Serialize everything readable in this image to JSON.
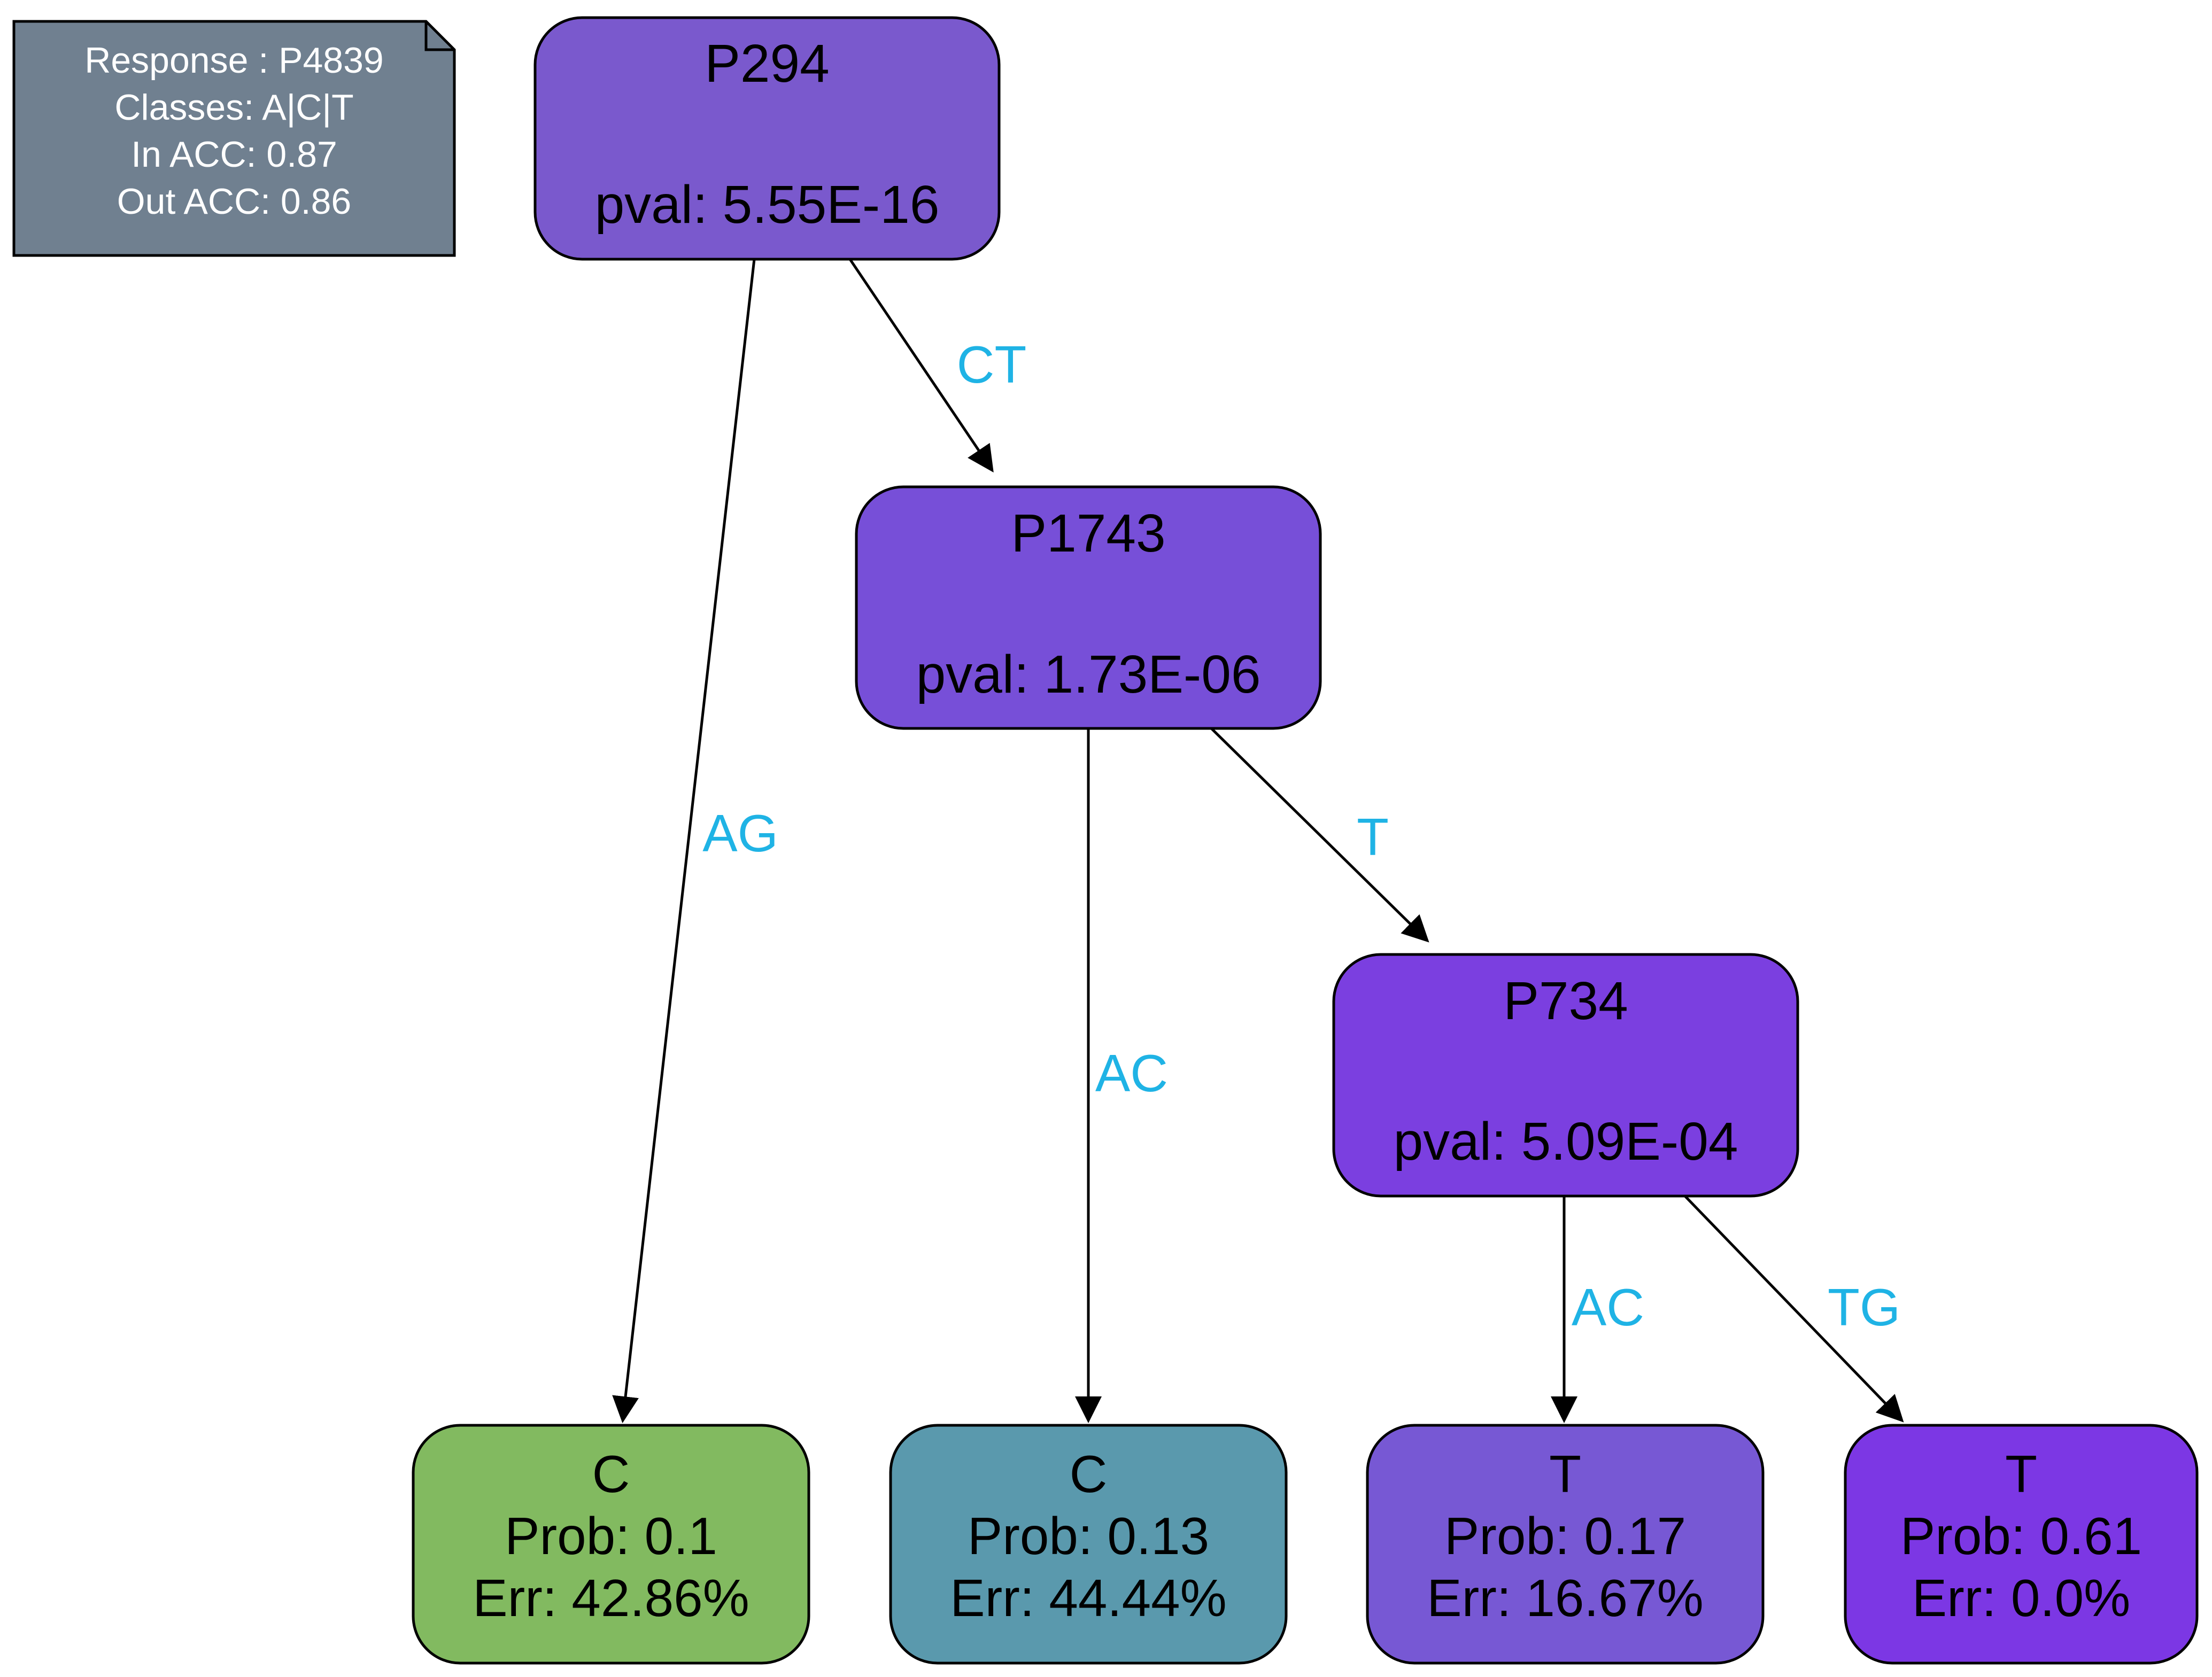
{
  "info_note": {
    "lines": [
      "Response : P4839",
      "Classes: A|C|T",
      "In ACC: 0.87",
      "Out ACC: 0.86"
    ],
    "fill": "#708090"
  },
  "edge_label_color": "#1fb3e5",
  "nodes": {
    "p294": {
      "title": "P294",
      "subtitle": "pval: 5.55E-16",
      "fill": "#7a59cd"
    },
    "p1743": {
      "title": "P1743",
      "subtitle": "pval: 1.73E-06",
      "fill": "#774fd8"
    },
    "p734": {
      "title": "P734",
      "subtitle": "pval: 5.09E-04",
      "fill": "#7b3fe0"
    },
    "leaf_c1": {
      "class": "C",
      "prob": "Prob: 0.1",
      "err": "Err: 42.86%",
      "fill": "#82ba60"
    },
    "leaf_c2": {
      "class": "C",
      "prob": "Prob: 0.13",
      "err": "Err: 44.44%",
      "fill": "#5a99ad"
    },
    "leaf_t1": {
      "class": "T",
      "prob": "Prob: 0.17",
      "err": "Err: 16.67%",
      "fill": "#7758d4"
    },
    "leaf_t2": {
      "class": "T",
      "prob": "Prob: 0.61",
      "err": "Err: 0.0%",
      "fill": "#7c37e4"
    }
  },
  "edges": {
    "p294_leaf_c1": "AG",
    "p294_p1743": "CT",
    "p1743_leaf_c2": "AC",
    "p1743_p734": "T",
    "p734_leaf_t1": "AC",
    "p734_leaf_t2": "TG"
  }
}
